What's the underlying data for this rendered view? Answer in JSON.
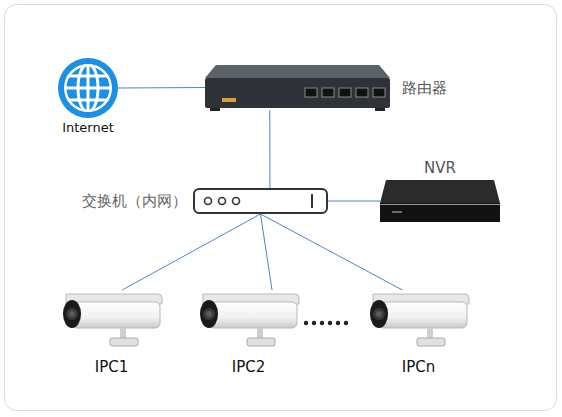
{
  "diagram": {
    "nodes": [
      {
        "text": [
          "Internet"
        ]
      },
      {
        "text": [
          "路由器"
        ]
      },
      {
        "text": [
          "交换机（内网）"
        ]
      },
      {
        "text": [
          "NVR"
        ]
      },
      {
        "text": [
          "IPC1"
        ]
      },
      {
        "text": [
          "IPC2"
        ]
      },
      {
        "text": [
          "IPCn"
        ]
      }
    ],
    "edges": [
      {
        "from": 0,
        "to": 1,
        "arrow": "none"
      },
      {
        "from": 1,
        "to": 2,
        "arrow": "none"
      },
      {
        "from": 2,
        "to": 3,
        "arrow": "none"
      },
      {
        "from": 2,
        "to": 4,
        "arrow": "none"
      },
      {
        "from": 2,
        "to": 5,
        "arrow": "none"
      },
      {
        "from": 2,
        "to": 6,
        "arrow": "none"
      }
    ]
  }
}
